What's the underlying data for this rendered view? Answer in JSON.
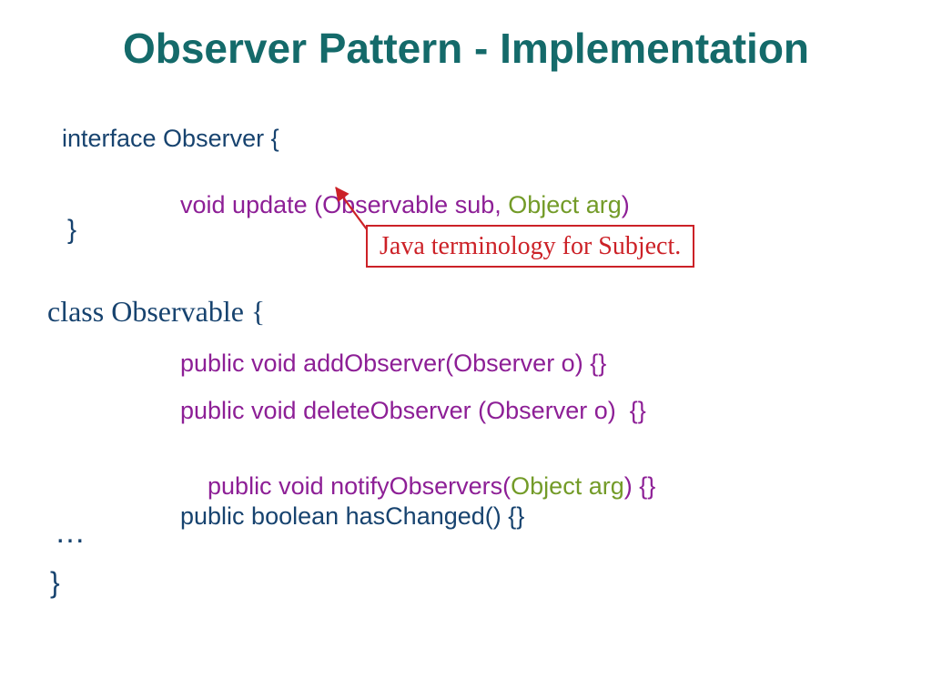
{
  "slide": {
    "title": "Observer Pattern - Implementation",
    "colors": {
      "title_teal": "#146a6a",
      "code_blue": "#17436f",
      "code_purple": "#8d1f96",
      "code_green": "#739b28",
      "annotation_red": "#cc2127",
      "background": "#ffffff"
    },
    "code": {
      "interface_open": "interface Observer {",
      "update_sig_pre": "void update (Observable sub, ",
      "update_sig_arg": "Object arg",
      "update_sig_post": ")",
      "interface_close": "}",
      "class_open": "class Observable {",
      "method_add": "public void addObserver(Observer o) {}",
      "method_delete": "public void deleteObserver (Observer o)  {}",
      "method_notify_pre": "public void notifyObservers(",
      "method_notify_arg": "Object arg",
      "method_notify_post": ") {}",
      "method_haschanged": "public boolean hasChanged() {}",
      "ellipsis": "…",
      "class_close": "}"
    },
    "annotation": {
      "label": "Java terminology for Subject."
    }
  }
}
